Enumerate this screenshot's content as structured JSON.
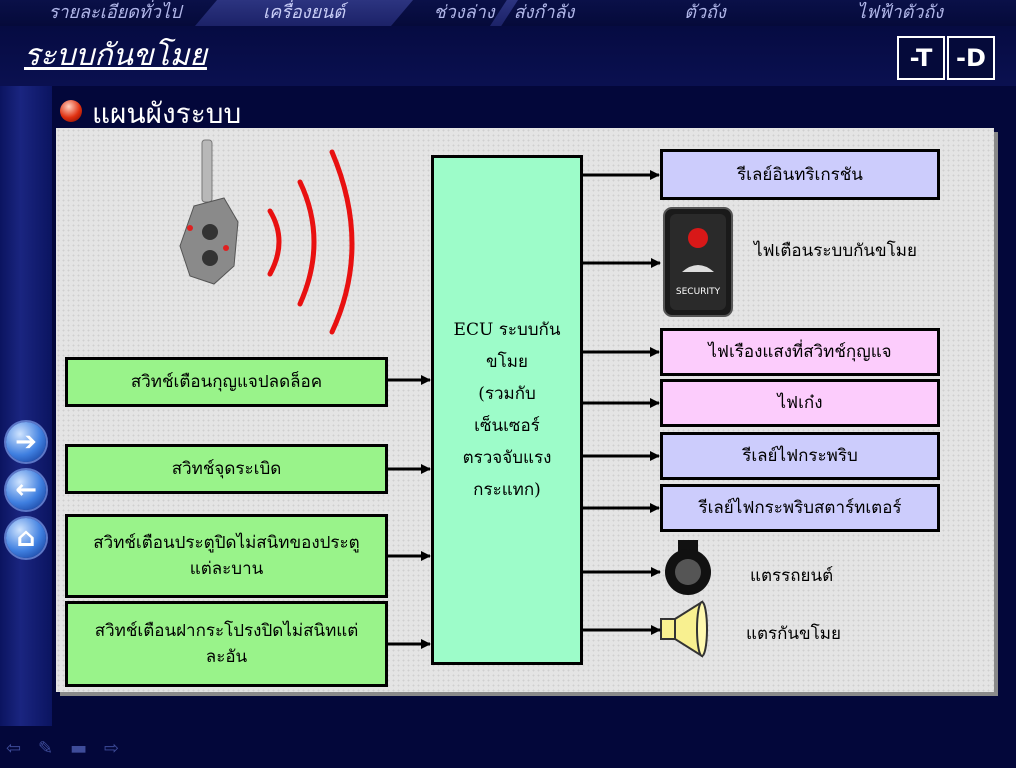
{
  "nav_tabs": [
    {
      "label": "รายละเอียดทั่วไป"
    },
    {
      "label": "เครื่องยนต์"
    },
    {
      "label": "ช่วงล่าง",
      "label2": "ส่งกำลัง"
    },
    {
      "label": "ตัวถัง"
    },
    {
      "label": "ไฟฟ้าตัวถัง"
    }
  ],
  "page": {
    "title": "ระบบกันขโมย"
  },
  "mode_buttons": {
    "t_label": "-T",
    "d_label": "-D"
  },
  "side_nav": {
    "next_glyph": "➔",
    "back_glyph": "←",
    "home_glyph": "⌂"
  },
  "section": {
    "title": "แผนผังระบบ"
  },
  "diagram": {
    "ecu_lines": [
      "ECU ระบบกัน",
      "ขโมย",
      "(รวมกับ",
      "เซ็นเซอร์",
      "ตรวจจับแรง",
      "กระแทก)"
    ],
    "inputs": [
      {
        "lines": [
          "สวิทช์เตือนกุญแจปลดล็อค"
        ]
      },
      {
        "lines": [
          "สวิทช์จุดระเบิด"
        ]
      },
      {
        "lines": [
          "สวิทช์เตือนประตูปิดไม่สนิทของประตู",
          "แต่ละบาน"
        ]
      },
      {
        "lines": [
          "สวิทช์เตือนฝากระโปรงปิดไม่สนิทแต่",
          "ละอัน"
        ]
      }
    ],
    "outputs": {
      "ignition_relay": "รีเลย์อินทริเกรชัน",
      "security_indicator": "ไฟเตือนระบบกันขโมย",
      "security_button_text": "SECURITY",
      "key_illumination": "ไฟเรืองแสงที่สวิทช์กุญแจ",
      "courtesy_light": "ไฟเก๋ง",
      "flasher_relay": "รีเลย์ไฟกระพริบ",
      "starter_relay": "รีเลย์ไฟกระพริบสตาร์ทเตอร์",
      "vehicle_horn": "แตรรถยนต์",
      "security_horn": "แตรกันขโมย"
    }
  },
  "colors": {
    "background": "#03073a",
    "input_box": "#99f38a",
    "ecu_box": "#9dfcc9",
    "relay_box": "#ccccfc",
    "light_box": "#fcccfc",
    "wave": "#e81010"
  }
}
